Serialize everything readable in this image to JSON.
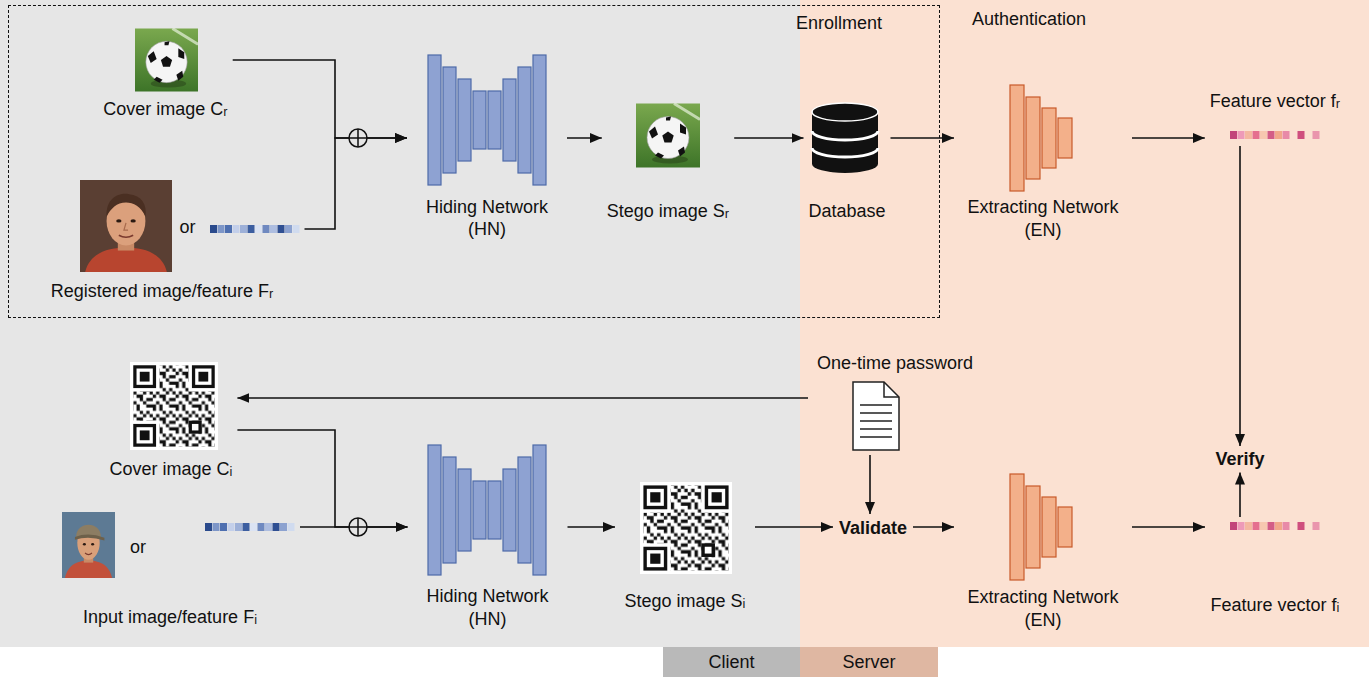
{
  "diagram": {
    "nodes": [
      {
        "text": [
          "Enrollment"
        ]
      },
      {
        "text": [
          "Cover image Cᵣ"
        ],
        "in": 0
      },
      {
        "text": [
          "or",
          "Registered image/feature Fᵣ"
        ],
        "in": 0
      },
      {
        "text": [
          "Hiding Network (HN)"
        ],
        "in": 0
      },
      {
        "text": [
          "Stego image Sᵣ"
        ],
        "in": 0
      },
      {
        "text": [
          "Database"
        ],
        "in": 0
      },
      {
        "text": [
          "Extracting Network (EN)"
        ]
      },
      {
        "text": [
          "Feature vector fᵣ"
        ]
      },
      {
        "text": [
          "One-time password"
        ]
      },
      {
        "text": [
          "Verify"
        ]
      },
      {
        "text": [
          "Cover image Cᵢ"
        ]
      },
      {
        "text": [
          "or",
          "Input image/feature Fᵢ"
        ]
      },
      {
        "text": [
          "Hiding Network (HN)"
        ]
      },
      {
        "text": [
          "Stego image Sᵢ"
        ]
      },
      {
        "text": [
          "Validate"
        ]
      },
      {
        "text": [
          "Extracting Network (EN)"
        ]
      },
      {
        "text": [
          "Feature vector fᵢ"
        ]
      },
      {
        "text": [
          "Client"
        ]
      },
      {
        "text": [
          "Server"
        ]
      }
    ],
    "edges": [
      {
        "from": 1,
        "to": 3,
        "arrow": "to"
      },
      {
        "from": 2,
        "to": 3,
        "arrow": "to"
      },
      {
        "from": 3,
        "to": 4,
        "arrow": "to"
      },
      {
        "from": 4,
        "to": 5,
        "arrow": "to"
      },
      {
        "from": 5,
        "to": 6,
        "arrow": "to"
      },
      {
        "from": 6,
        "to": 7,
        "arrow": "to"
      },
      {
        "from": 7,
        "to": 9,
        "arrow": "to"
      },
      {
        "from": 8,
        "to": 10,
        "arrow": "to"
      },
      {
        "from": 8,
        "to": 14,
        "arrow": "to"
      },
      {
        "from": 10,
        "to": 12,
        "arrow": "to"
      },
      {
        "from": 11,
        "to": 12,
        "arrow": "to"
      },
      {
        "from": 12,
        "to": 13,
        "arrow": "to"
      },
      {
        "from": 13,
        "to": 14,
        "arrow": "to"
      },
      {
        "from": 14,
        "to": 15,
        "arrow": "to"
      },
      {
        "from": 15,
        "to": 16,
        "arrow": "to"
      },
      {
        "from": 16,
        "to": 9,
        "arrow": "to"
      }
    ],
    "labels": [
      "Authentication"
    ]
  }
}
